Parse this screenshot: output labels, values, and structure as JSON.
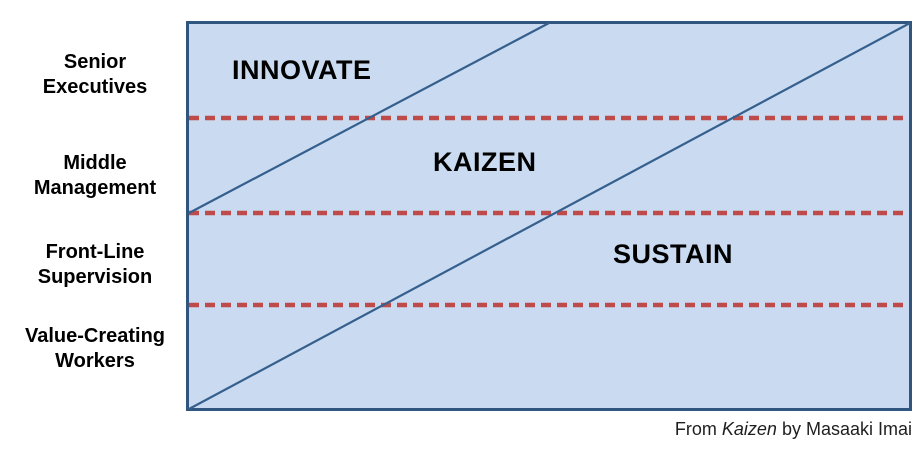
{
  "colors": {
    "fill": "#C9DAF1",
    "border": "#30557F",
    "line": "#35608D",
    "dash": "#BE4A49",
    "text": "#000000",
    "caption": "#1F1F1F"
  },
  "axis_rows": [
    {
      "line1": "Senior",
      "line2": "Executives"
    },
    {
      "line1": "Middle",
      "line2": "Management"
    },
    {
      "line1": "Front-Line",
      "line2": "Supervision"
    },
    {
      "line1": "Value-Creating",
      "line2": "Workers"
    }
  ],
  "zones": [
    {
      "label": "INNOVATE"
    },
    {
      "label": "KAIZEN"
    },
    {
      "label": "SUSTAIN"
    }
  ],
  "caption": {
    "prefix": "From ",
    "book_title": "Kaizen",
    "suffix": " by Masaaki Imai"
  }
}
